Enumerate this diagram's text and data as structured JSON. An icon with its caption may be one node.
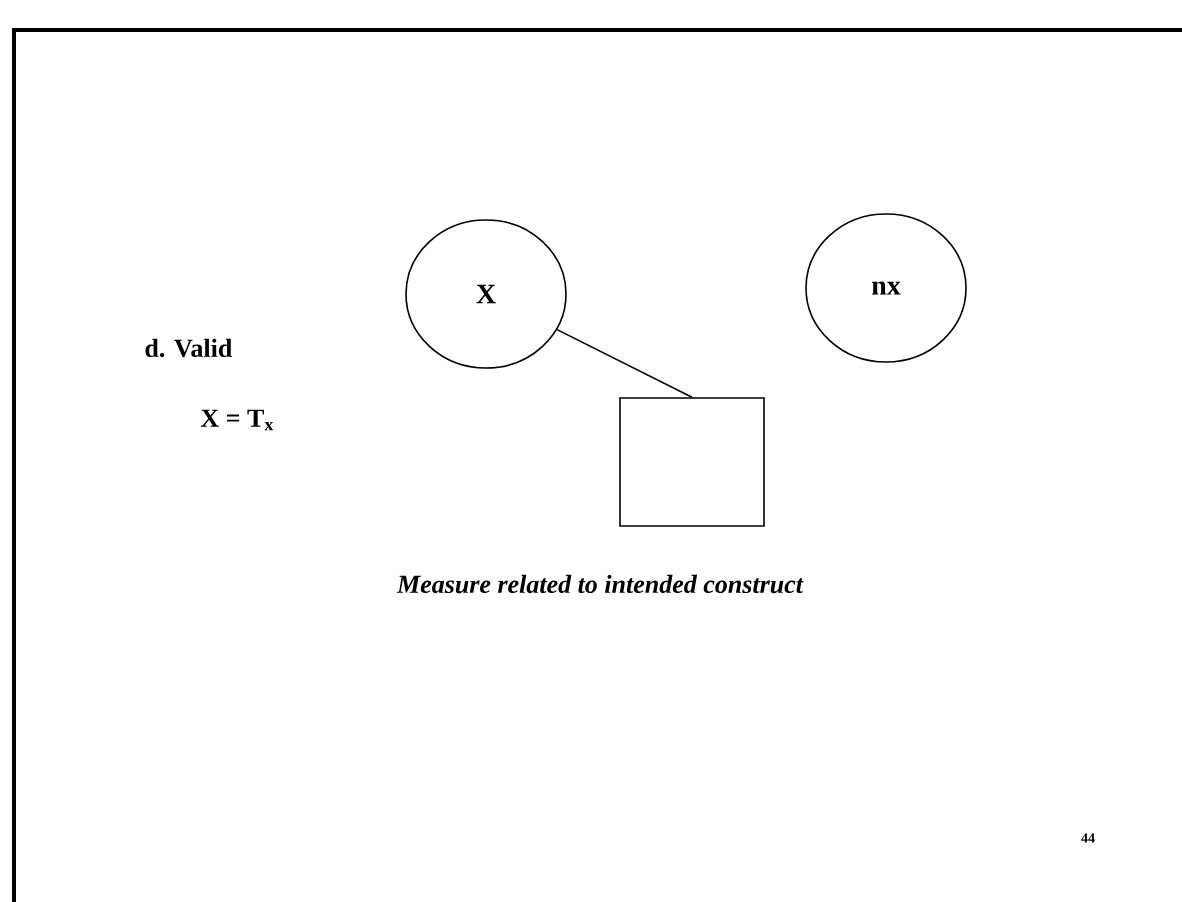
{
  "diagram": {
    "nodes": [
      {
        "text": [
          "X"
        ]
      },
      {
        "text": [
          "nx"
        ]
      },
      {
        "text": [],
        "shape": "box"
      }
    ],
    "edges": [
      {
        "from": 0,
        "to": 2,
        "arrow": "none"
      }
    ],
    "labels": [
      "d. Valid",
      "X = T$_{x}$",
      "Measure related to intended construct",
      "44"
    ]
  }
}
